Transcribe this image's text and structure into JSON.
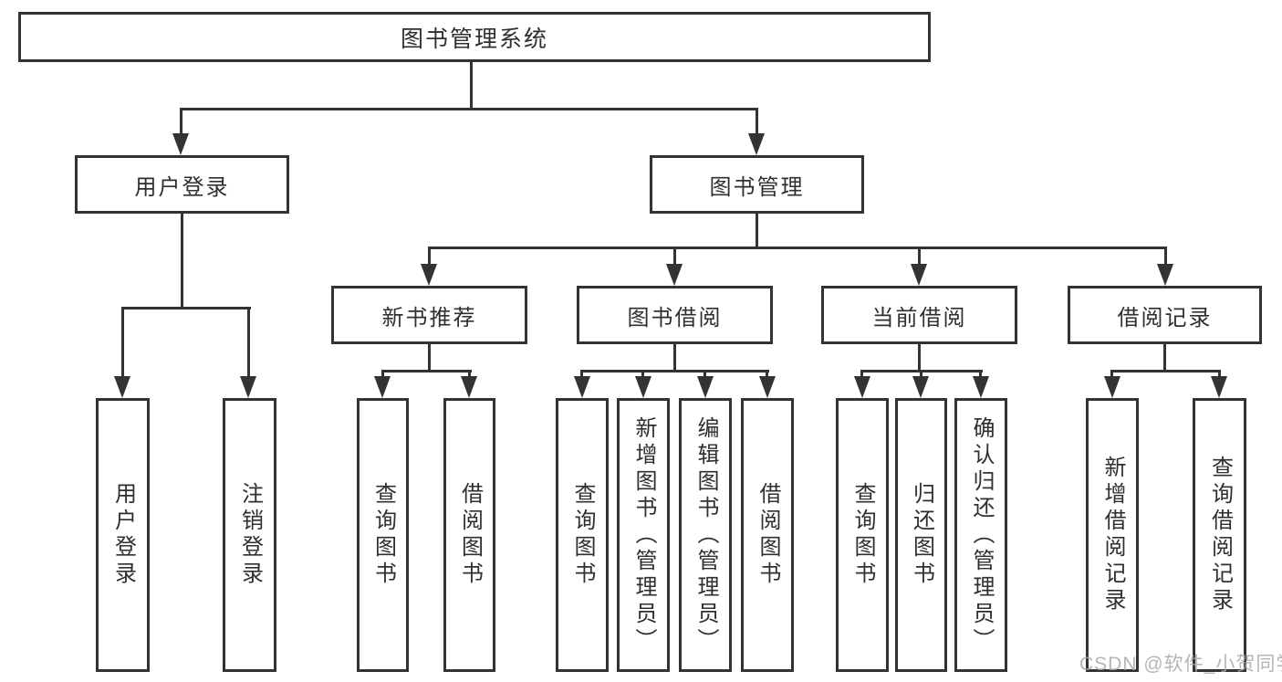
{
  "title": "图书管理系统",
  "watermark": "CSDN @软件_小贺同学",
  "colors": {
    "line": "#333333",
    "box_background": "#ffffff",
    "text": "#2f2f2f",
    "watermark": "#a8a8a8"
  },
  "tree": {
    "user_login": {
      "label": "用户登录",
      "children": [
        "用户登录",
        "注销登录"
      ]
    },
    "book_mgmt": {
      "label": "图书管理",
      "groups": [
        {
          "label": "新书推荐",
          "children": [
            "查询图书",
            "借阅图书"
          ]
        },
        {
          "label": "图书借阅",
          "children": [
            "查询图书",
            "新增图书（管理员）",
            "编辑图书（管理员）",
            "借阅图书"
          ]
        },
        {
          "label": "当前借阅",
          "children": [
            "查询图书",
            "归还图书",
            "确认归还（管理员）"
          ]
        },
        {
          "label": "借阅记录",
          "children": [
            "新增借阅记录",
            "查询借阅记录"
          ]
        }
      ]
    }
  }
}
